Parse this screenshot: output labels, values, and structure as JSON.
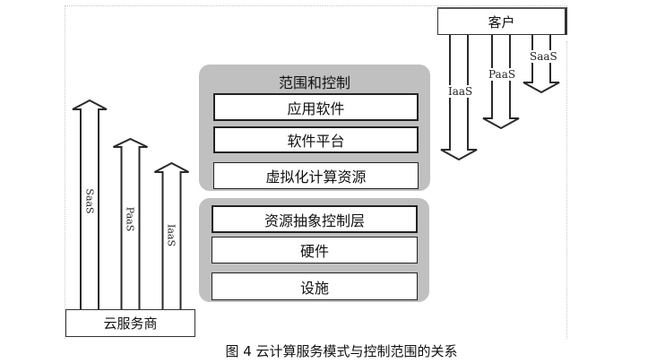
{
  "diagram": {
    "customer": {
      "label": "客户"
    },
    "provider": {
      "label": "云服务商"
    },
    "scope_panel": {
      "title": "范围和控制",
      "upper_layers": [
        "应用软件",
        "软件平台",
        "虚拟化计算资源"
      ],
      "lower_layers": [
        "资源抽象控制层",
        "硬件",
        "设施"
      ]
    },
    "customer_arrows": [
      {
        "label": "IaaS",
        "direction": "down"
      },
      {
        "label": "PaaS",
        "direction": "down"
      },
      {
        "label": "SaaS",
        "direction": "down"
      }
    ],
    "provider_arrows": [
      {
        "label": "SaaS",
        "direction": "up"
      },
      {
        "label": "PaaS",
        "direction": "up"
      },
      {
        "label": "IaaS",
        "direction": "up"
      }
    ],
    "caption": "图 4 云计算服务模式与控制范围的关系"
  },
  "colors": {
    "panel_gray": "#c0c0c0",
    "border": "#222222",
    "background": "#ffffff"
  }
}
